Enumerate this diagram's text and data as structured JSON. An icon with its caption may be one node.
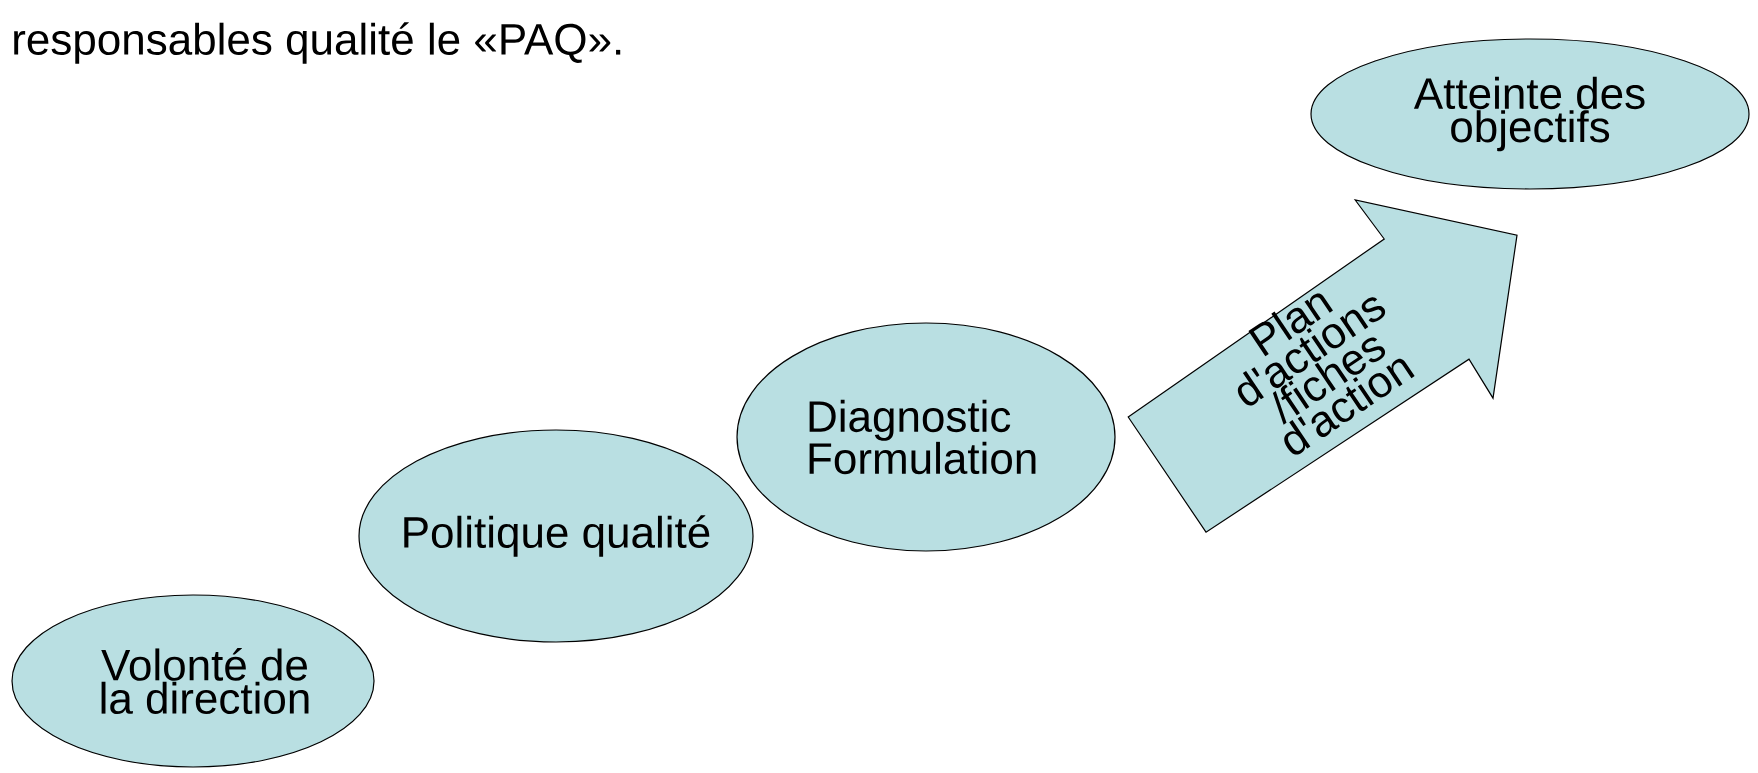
{
  "diagram": {
    "nodes": [
      {
        "text": [
          "Volonté de la direction"
        ]
      },
      {
        "text": [
          "Politique qualité"
        ]
      },
      {
        "text": [
          "Diagnostic Formulation"
        ]
      },
      {
        "text": [
          "Atteinte des objectifs"
        ]
      }
    ],
    "edges": [
      {
        "from": 2,
        "to": 3,
        "arrow": "to",
        "label": "Plan d'actions /fiches d'action"
      }
    ],
    "labels": [
      "responsables qualité le «PAQ»."
    ]
  }
}
